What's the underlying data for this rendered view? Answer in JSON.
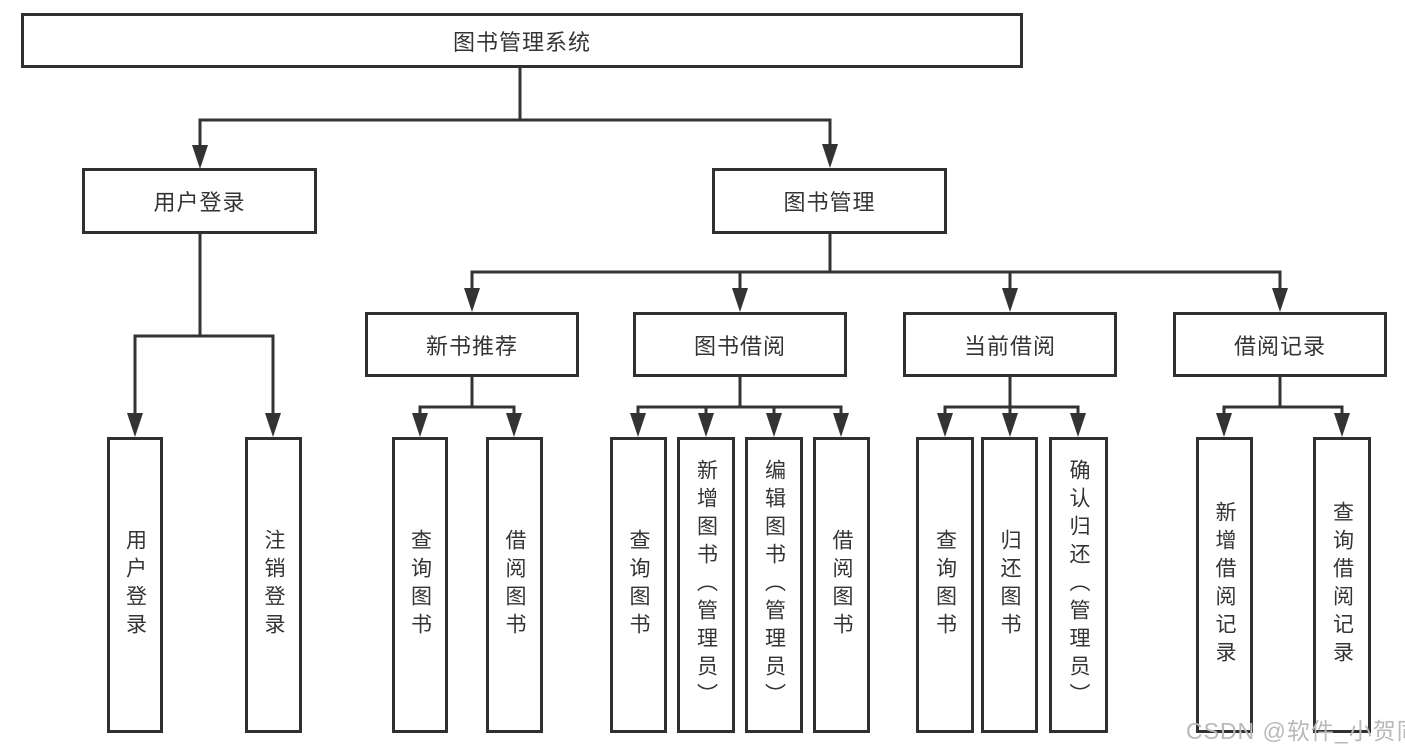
{
  "diagram_title": "图书管理系统",
  "watermark": "CSDN @软件_小贺同学",
  "colors": {
    "line": "#333333",
    "box_border": "#303030",
    "text": "#343434",
    "watermark": "#b9b9b9",
    "background": "#ffffff"
  },
  "nodes": {
    "root": "图书管理系统",
    "user_login": "用户登录",
    "book_mgmt": "图书管理",
    "new_book": "新书推荐",
    "book_borrow": "图书借阅",
    "current_borrow": "当前借阅",
    "borrow_record": "借阅记录",
    "leaf_user_login": "用户登录",
    "leaf_logout": "注销登录",
    "nb_query_book": "查询图书",
    "nb_borrow_book": "借阅图书",
    "bb_query_book": "查询图书",
    "bb_add_book": "新增图书（管理员）",
    "bb_edit_book": "编辑图书（管理员）",
    "bb_borrow_book": "借阅图书",
    "cb_query_book": "查询图书",
    "cb_return_book": "归还图书",
    "cb_confirm_return": "确认归还（管理员）",
    "br_add_record": "新增借阅记录",
    "br_query_record": "查询借阅记录"
  },
  "hierarchy": {
    "root": "图书管理系统",
    "children": [
      {
        "label": "用户登录",
        "children": [
          "用户登录",
          "注销登录"
        ]
      },
      {
        "label": "图书管理",
        "children": [
          {
            "label": "新书推荐",
            "children": [
              "查询图书",
              "借阅图书"
            ]
          },
          {
            "label": "图书借阅",
            "children": [
              "查询图书",
              "新增图书（管理员）",
              "编辑图书（管理员）",
              "借阅图书"
            ]
          },
          {
            "label": "当前借阅",
            "children": [
              "查询图书",
              "归还图书",
              "确认归还（管理员）"
            ]
          },
          {
            "label": "借阅记录",
            "children": [
              "新增借阅记录",
              "查询借阅记录"
            ]
          }
        ]
      }
    ]
  }
}
